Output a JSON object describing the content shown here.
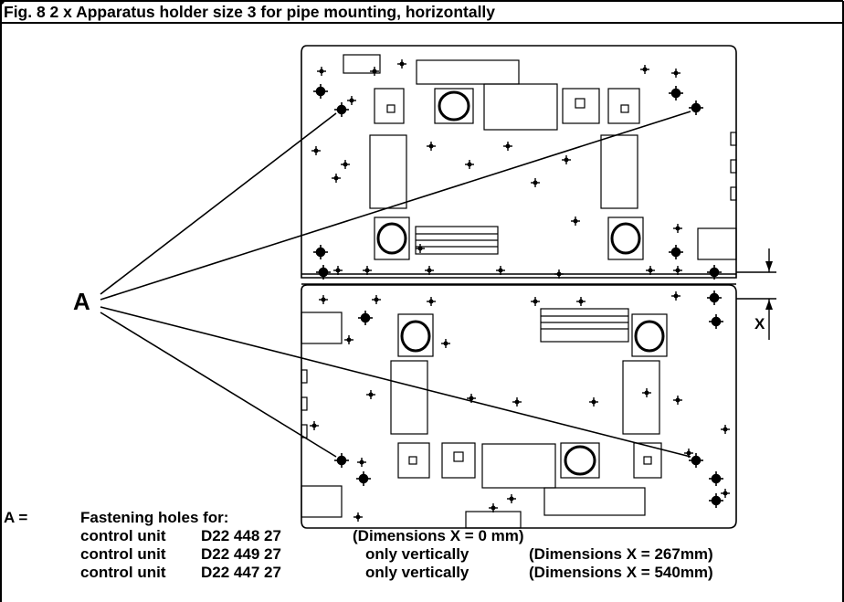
{
  "figure": {
    "title": "Fig. 8  2 x Apparatus holder size 3 for pipe mounting, horizontally",
    "callout_label": "A",
    "dimension_label": "X"
  },
  "legend": {
    "key": "A =",
    "heading": "Fastening holes for:",
    "rows": [
      {
        "unit": "control unit",
        "code": "D22 448 27",
        "note": "",
        "dimensions": "(Dimensions X = 0 mm)"
      },
      {
        "unit": "control unit",
        "code": "D22 449 27",
        "note": "only vertically",
        "dimensions": "(Dimensions X = 267mm)"
      },
      {
        "unit": "control unit",
        "code": "D22 447 27",
        "note": "only vertically",
        "dimensions": "(Dimensions X = 540mm)"
      }
    ]
  }
}
